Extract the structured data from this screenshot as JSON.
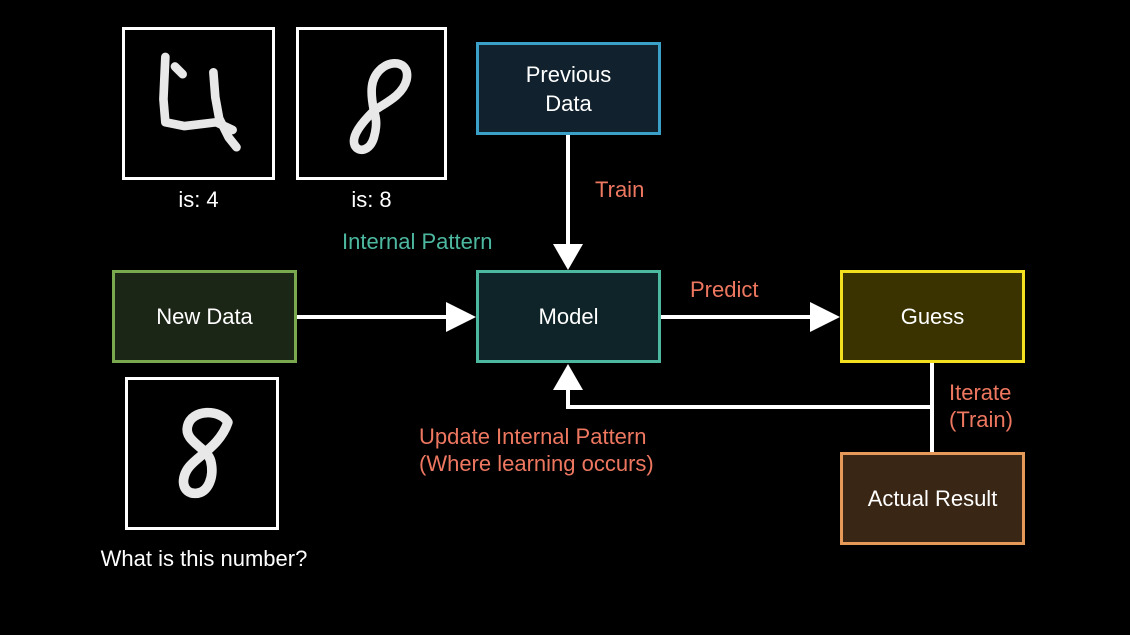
{
  "nodes": {
    "previous_data": "Previous\nData",
    "model": "Model",
    "new_data": "New Data",
    "guess": "Guess",
    "actual_result": "Actual Result"
  },
  "edges": {
    "train": "Train",
    "internal_pattern": "Internal Pattern",
    "predict": "Predict",
    "iterate": "Iterate\n(Train)",
    "update_line1": "Update Internal Pattern",
    "update_line2": "(Where learning occurs)"
  },
  "digits": {
    "four_caption": "is: 4",
    "eight_caption": "is: 8",
    "query_caption": "What is this number?"
  },
  "colors": {
    "previous_data_border": "#3aa0c8",
    "previous_data_fill": "#11222e",
    "model_border": "#4db8a0",
    "model_fill": "#0f2428",
    "new_data_border": "#7aa84e",
    "new_data_fill": "#1c2617",
    "guess_border": "#f2e020",
    "guess_fill": "#3a3300",
    "actual_border": "#e59a5a",
    "actual_fill": "#3a2614",
    "edge_label": "#ee7760",
    "pattern_label": "#4db8a0"
  }
}
